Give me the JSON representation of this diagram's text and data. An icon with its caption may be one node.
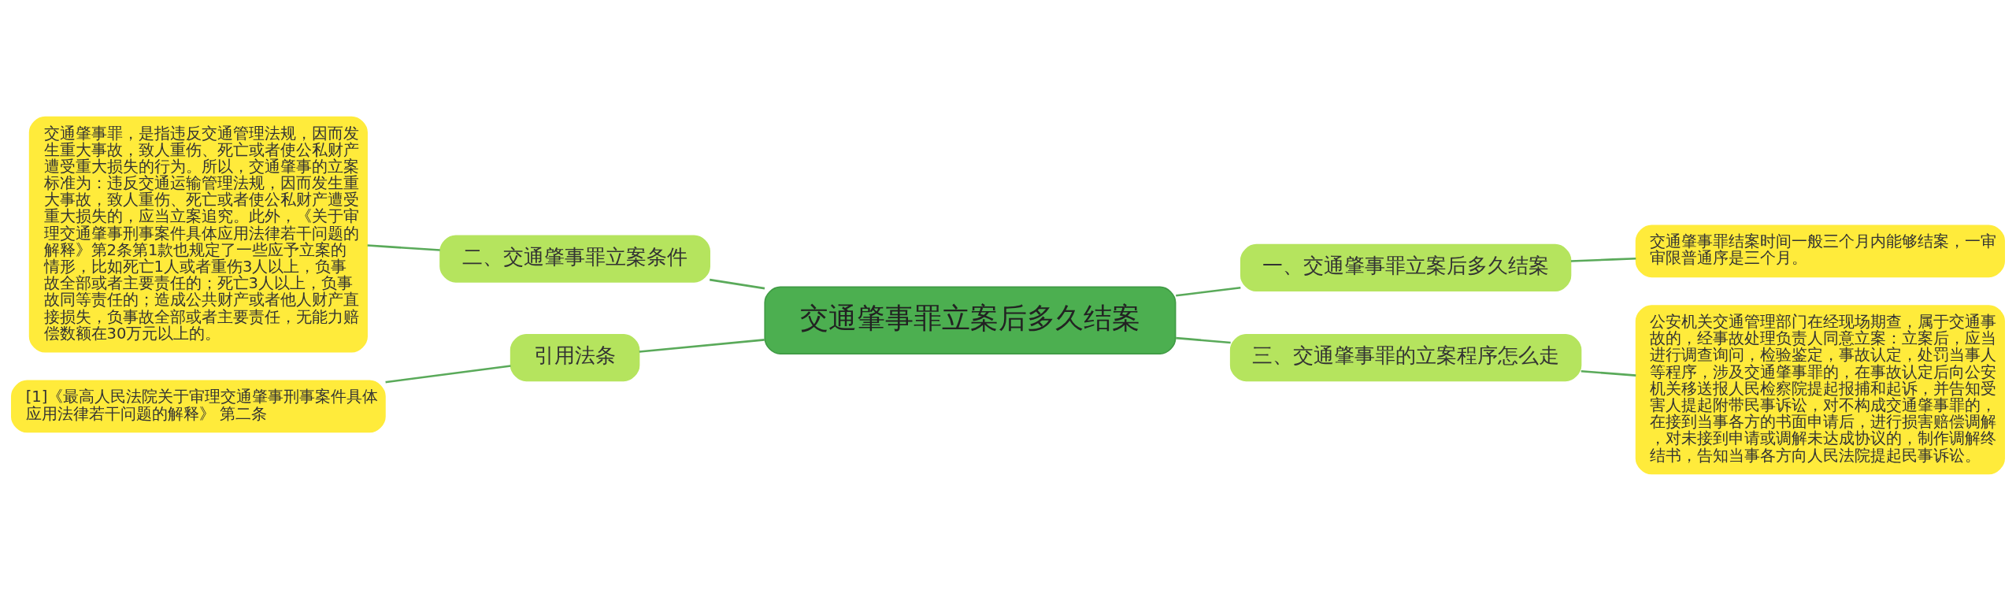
{
  "diagram": {
    "nodes": [
      {
        "text": [
          "交通肇事罪立案后多久结案"
        ]
      },
      {
        "text": [
          "一、交通肇事罪立案后多久结案"
        ]
      },
      {
        "text": [
          "交通肇事罪结案时间一般三个月内能够结案，一审审限普通序是三个月。"
        ]
      },
      {
        "text": [
          "三、交通肇事罪的立案程序怎么走"
        ]
      },
      {
        "text": [
          "公安机关交通管理部门在经现场期查，属于交通事故的，经事故处理负责人同意立案：立案后，应当进行调查询问，检验鉴定，事故认定，处罚当事人等程序，涉及交通肇事罪的，在事故认定后向公安机关移送报人民检察院提起报捕和起诉，并告知受害人提起附带民事诉讼，对不构成交通肇事罪的，在接到当事各方的书面申请后，进行损害赔偿调解，对未接到申请或调解未达成协议的，制作调解终结书，告知当事各方向人民法院提起民事诉讼。"
        ]
      },
      {
        "text": [
          "二、交通肇事罪立案条件"
        ]
      },
      {
        "text": [
          "交通肇事罪，是指违反交通管理法规，因而发生重大事故，致人重伤、死亡或者使公私财产遭受重大损失的行为。所以，交通肇事的立案标准为：违反交通运输管理法规，因而发生重大事故，致人重伤、死亡或者使公私财产遭受重大损失的，应当立案追究。此外，《关于审理交通肇事刑事案件具体应用法律若干问题的解释》第2条第1款也规定了一些应予立案的情形，比如死亡1人或者重伤3人以上，负事故全部或者主要责任的；死亡3人以上，负事故同等责任的；造成公共财产或者他人财产直接损失，负事故全部或者主要责任，无能力赔偿数额在30万元以上的。"
        ]
      },
      {
        "text": [
          "引用法条"
        ]
      },
      {
        "text": [
          "[1]《最高人民法院关于审理交通肇事刑事案件具体应用法律若干问题的解释》 第二条"
        ]
      }
    ],
    "edges": [
      {
        "from": 0,
        "to": 1,
        "arrow": "none"
      },
      {
        "from": 1,
        "to": 2,
        "arrow": "none"
      },
      {
        "from": 0,
        "to": 3,
        "arrow": "none"
      },
      {
        "from": 3,
        "to": 4,
        "arrow": "none"
      },
      {
        "from": 0,
        "to": 5,
        "arrow": "none"
      },
      {
        "from": 5,
        "to": 6,
        "arrow": "none"
      },
      {
        "from": 0,
        "to": 7,
        "arrow": "none"
      },
      {
        "from": 7,
        "to": 8,
        "arrow": "none"
      }
    ]
  }
}
